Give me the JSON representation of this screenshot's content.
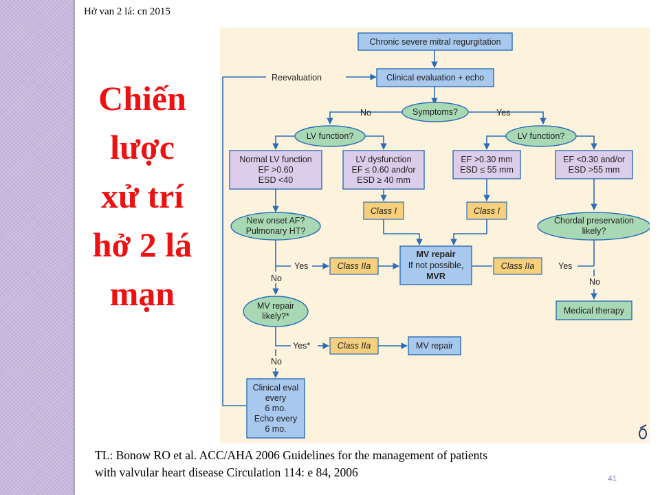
{
  "header": "Hở van 2 lá: cn 2015",
  "title_lines": [
    "Chiến",
    "lược",
    "xử trí",
    "hở 2 lá",
    "mạn"
  ],
  "colors": {
    "title": "#ee1111",
    "sidebar": "#c9b9dd",
    "diagram_background": "#fdf3dd",
    "blue_box": "#a9c8ee",
    "purple_box": "#dccdea",
    "green_ellipse": "#a8d8b4",
    "class_box": "#f7cf7d",
    "arrow": "#2a6eb8"
  },
  "diagram": {
    "start": "Chronic severe mitral regurgitation",
    "clinical_eval": "Clinical evaluation + echo",
    "reevaluation": "Reevaluation",
    "symptoms": "Symptoms?",
    "no": "No",
    "yes": "Yes",
    "yes_star": "Yes*",
    "lv_function": "LV function?",
    "normal_lv": [
      "Normal LV function",
      "EF >0.60",
      "ESD <40"
    ],
    "lv_dysfunction": [
      "LV dysfunction",
      "EF ≤ 0.60 and/or",
      "ESD ≥ 40 mm"
    ],
    "ef_high": [
      "EF >0.30 mm",
      "ESD ≤ 55 mm"
    ],
    "ef_low": [
      "EF <0.30 and/or",
      "ESD >55 mm"
    ],
    "class_i": "Class I",
    "class_iia": "Class IIa",
    "new_onset_af": [
      "New onset AF?",
      "Pulmonary HT?"
    ],
    "chordal": [
      "Chordal preservation",
      "likely?"
    ],
    "mv_repair_main": [
      "MV repair",
      "If not possible,",
      "MVR"
    ],
    "mv_repair_likely": [
      "MV repair",
      "likely?*"
    ],
    "mv_repair": "MV repair",
    "medical_therapy": "Medical therapy",
    "clinical_eval_every": [
      "Clinical eval",
      "every",
      "6 mo.",
      "Echo every",
      "6 mo."
    ]
  },
  "citation_lines": [
    "TL: Bonow RO et al. ACC/AHA 2006 Guidelines for the management of patients",
    "with valvular heart disease Circulation 114: e 84, 2006"
  ],
  "page_number": "41"
}
